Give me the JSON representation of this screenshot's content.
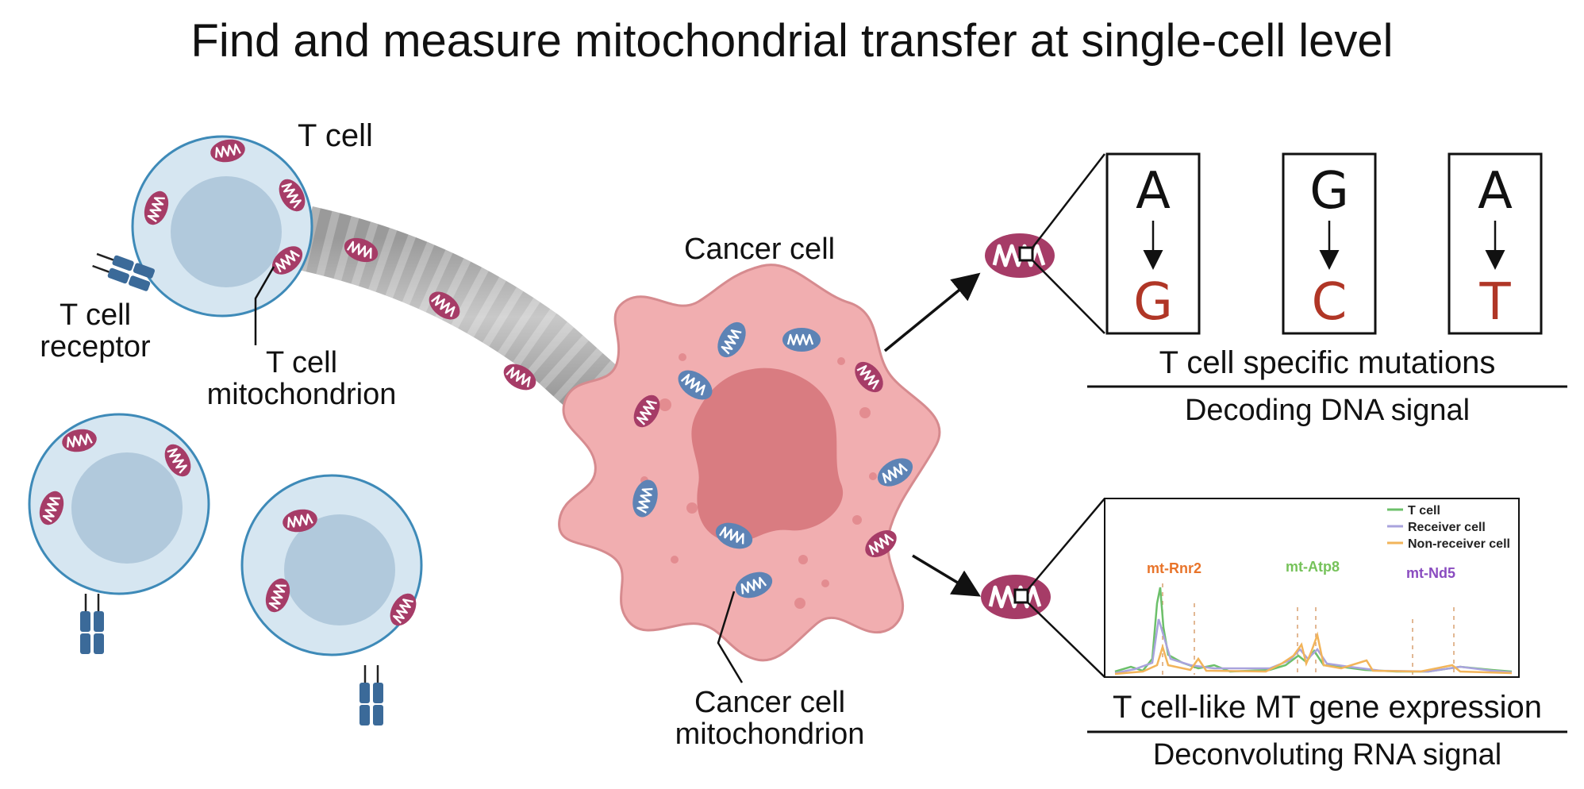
{
  "title": "Find and measure mitochondrial transfer at single-cell level",
  "labels": {
    "t_cell": "T cell",
    "t_cell_receptor": [
      "T cell",
      "receptor"
    ],
    "t_cell_mitochondrion": [
      "T cell",
      "mitochondrion"
    ],
    "cancer_cell": "Cancer cell",
    "cancer_cell_mitochondrion": [
      "Cancer cell",
      "mitochondrion"
    ]
  },
  "mutations": [
    {
      "from": "A",
      "to": "G"
    },
    {
      "from": "G",
      "to": "C"
    },
    {
      "from": "A",
      "to": "T"
    }
  ],
  "dna_panel": {
    "caption": "T cell specific mutations",
    "subcaption": "Decoding DNA signal"
  },
  "rna_panel": {
    "caption": "T cell-like MT gene expression",
    "subcaption": "Deconvoluting RNA signal",
    "genes": [
      {
        "name": "mt-Rnr2",
        "color": "#e8742a"
      },
      {
        "name": "mt-Atp8",
        "color": "#76c25a"
      },
      {
        "name": "mt-Nd5",
        "color": "#8a4cc0"
      }
    ],
    "legend": [
      {
        "name": "T cell",
        "color": "#6cc06a"
      },
      {
        "name": "Receiver cell",
        "color": "#a9a3dd"
      },
      {
        "name": "Non-receiver cell",
        "color": "#f2b45a"
      }
    ]
  },
  "colors": {
    "t_cell_fill": "#d6e6f1",
    "t_cell_nucleus": "#b1c9dc",
    "cancer_cell_fill": "#f1aeb0",
    "cancer_nucleus": "#d97c81",
    "t_mito": "#a63c67",
    "cancer_mito": "#5d83b5",
    "mutation_red": "#b03626",
    "receptor": "#3b6a99"
  }
}
